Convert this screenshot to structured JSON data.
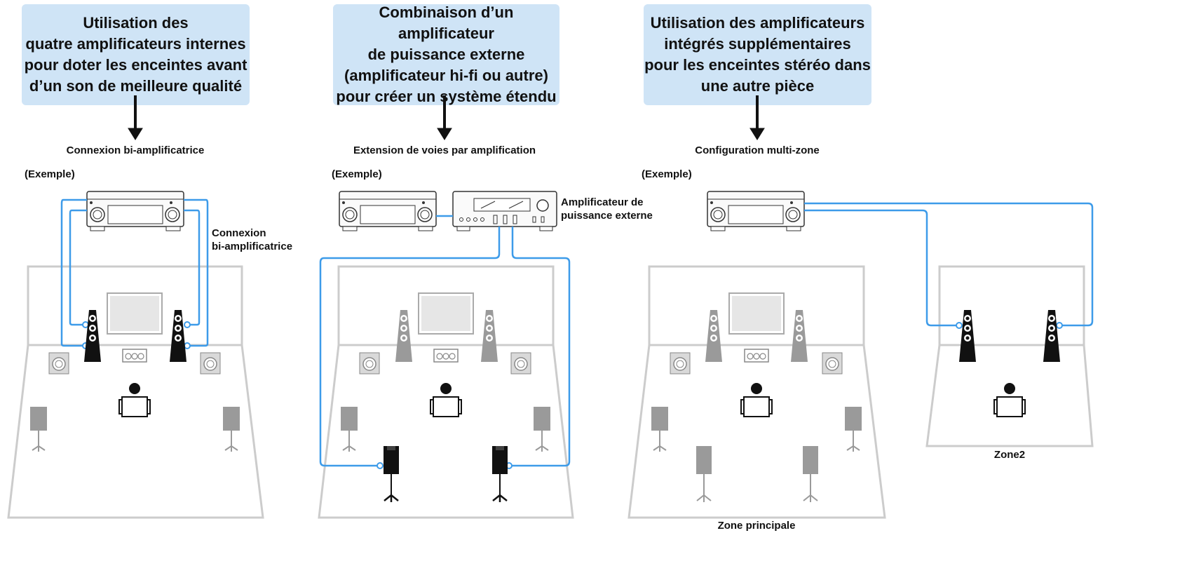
{
  "panels": [
    {
      "title": "Utilisation des\nquatre amplificateurs internes\npour doter les enceintes avant\nd’un son de meilleure qualité",
      "caption": "Connexion bi-amplificatrice",
      "example": "(Exemple)",
      "side_label": "Connexion\nbi-amplificatrice"
    },
    {
      "title": "Combinaison d’un amplificateur\nde puissance externe\n(amplificateur hi-fi ou autre)\npour créer un système étendu",
      "caption": "Extension de voies par amplification",
      "example": "(Exemple)",
      "side_label": "Amplificateur de\npuissance externe"
    },
    {
      "title": "Utilisation des amplificateurs\nintégrés supplémentaires\npour les enceintes stéréo dans\nune autre pièce",
      "caption": "Configuration multi-zone",
      "example": "(Exemple)",
      "zone_main": "Zone principale",
      "zone2": "Zone2"
    }
  ],
  "colors": {
    "title_bg": "#cfe4f6",
    "cable": "#3d9be9",
    "room": "#cccccc",
    "speaker_active": "#111111",
    "speaker_inactive": "#9a9a9a"
  }
}
